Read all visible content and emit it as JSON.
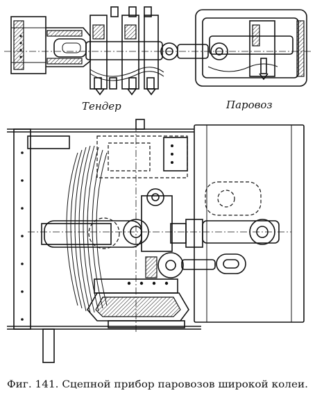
{
  "labels": {
    "tender": "Тендер",
    "locomotive": "Паровоз"
  },
  "caption": "Фиг. 141. Сцепной прибор паровозов широкой колеи."
}
